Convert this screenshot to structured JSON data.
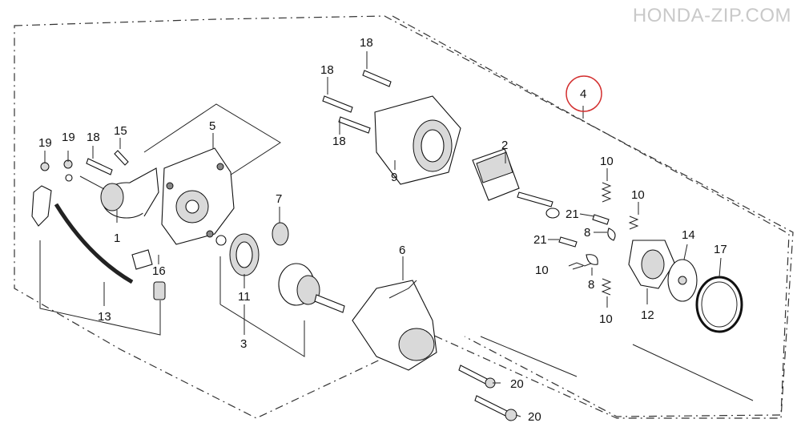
{
  "watermark": "HONDA-ZIP.COM",
  "highlight_color": "#d32f2f",
  "labels": {
    "p1": "1",
    "p2": "2",
    "p3": "3",
    "p4": "4",
    "p5": "5",
    "p6": "6",
    "p7": "7",
    "p8a": "8",
    "p8b": "8",
    "p9": "9",
    "p10a": "10",
    "p10b": "10",
    "p10c": "10",
    "p10d": "10",
    "p11": "11",
    "p12": "12",
    "p13": "13",
    "p14": "14",
    "p15": "15",
    "p16": "16",
    "p17": "17",
    "p18a": "18",
    "p18b": "18",
    "p18c": "18",
    "p18d": "18",
    "p19a": "19",
    "p19b": "19",
    "p20a": "20",
    "p20b": "20",
    "p21a": "21",
    "p21b": "21"
  }
}
